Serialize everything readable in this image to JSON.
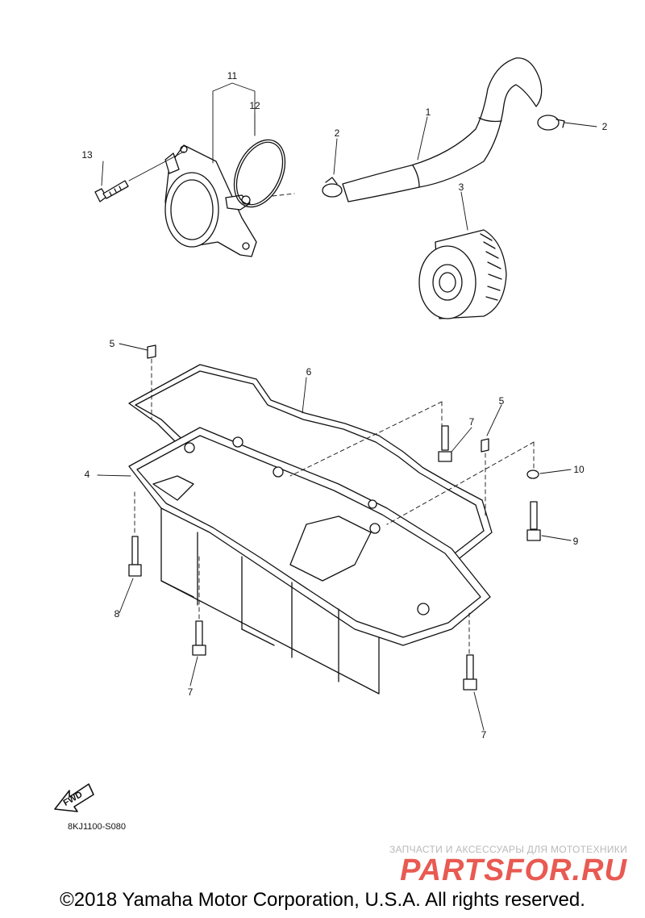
{
  "callouts": {
    "c1": "1",
    "c2a": "2",
    "c2b": "2",
    "c3": "3",
    "c4": "4",
    "c5a": "5",
    "c5b": "5",
    "c6": "6",
    "c7a": "7",
    "c7b": "7",
    "c7c": "7",
    "c8": "8",
    "c9": "9",
    "c10": "10",
    "c11": "11",
    "c12": "12",
    "c13": "13"
  },
  "fwd_label": "FWD",
  "part_code": "8KJ1100-S080",
  "watermark": {
    "tagline": "ЗАПЧАСТИ И АКСЕССУАРЫ ДЛЯ МОТОТЕХНИКИ",
    "logo": "PARTSFOR.RU"
  },
  "copyright": "©2018 Yamaha Motor Corporation, U.S.A. All rights reserved."
}
